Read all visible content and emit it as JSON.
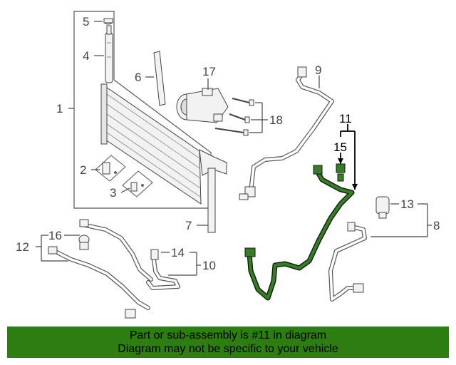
{
  "diagram": {
    "callouts": [
      {
        "id": "1",
        "text": "1"
      },
      {
        "id": "2",
        "text": "2"
      },
      {
        "id": "3",
        "text": "3"
      },
      {
        "id": "4",
        "text": "4"
      },
      {
        "id": "5",
        "text": "5"
      },
      {
        "id": "6",
        "text": "6"
      },
      {
        "id": "7",
        "text": "7"
      },
      {
        "id": "8",
        "text": "8"
      },
      {
        "id": "9",
        "text": "9"
      },
      {
        "id": "10",
        "text": "10"
      },
      {
        "id": "11",
        "text": "11"
      },
      {
        "id": "12",
        "text": "12"
      },
      {
        "id": "13",
        "text": "13"
      },
      {
        "id": "14",
        "text": "14"
      },
      {
        "id": "15",
        "text": "15"
      },
      {
        "id": "16",
        "text": "16"
      },
      {
        "id": "17",
        "text": "17"
      },
      {
        "id": "18",
        "text": "18"
      }
    ],
    "highlighted_part": "11",
    "highlight_color": "#3b7a2a"
  },
  "banner": {
    "line1": "Part or sub-assembly is #11 in diagram",
    "line2": "Diagram may not be specific to your vehicle",
    "background": "#2e7d12"
  }
}
